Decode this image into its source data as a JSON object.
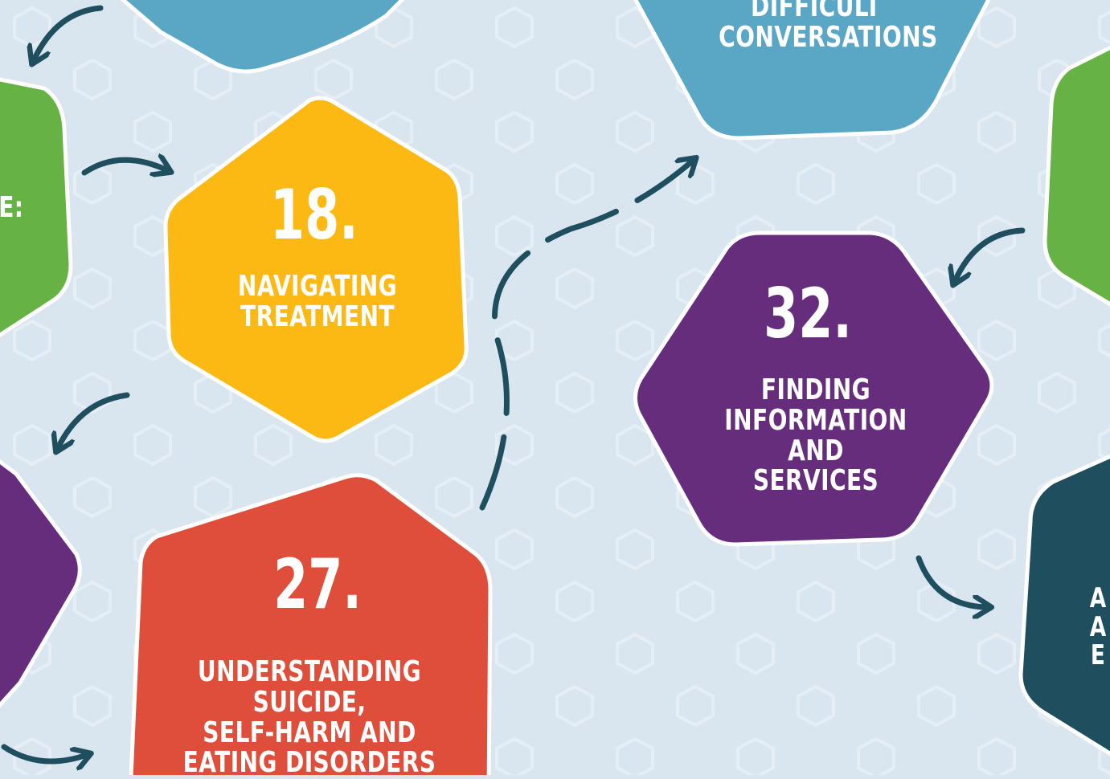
{
  "colors": {
    "background": "#d9e6ef",
    "pattern": "#e6eef5",
    "blue": "#5aa7c5",
    "green": "#67b244",
    "yellow": "#fdb913",
    "purple": "#662d7c",
    "red": "#df4e3a",
    "navy": "#1f4e5f",
    "arrow": "#1f4e5f",
    "outline": "#ffffff"
  },
  "modules": {
    "top_center": {
      "title_lines": [
        "DIFFICULT",
        "CONVERSATIONS"
      ]
    },
    "left_green": {
      "partial_text": "E:"
    },
    "navigating": {
      "number": "18.",
      "title_lines": [
        "NAVIGATING",
        "TREATMENT"
      ]
    },
    "finding": {
      "number": "32.",
      "title_lines": [
        "FINDING",
        "INFORMATION AND",
        "SERVICES"
      ]
    },
    "understanding": {
      "number": "27.",
      "title_lines": [
        "UNDERSTANDING SUICIDE,",
        "SELF-HARM AND",
        "EATING DISORDERS"
      ]
    },
    "right_navy": {
      "partial_lines": [
        "A",
        "A",
        "E"
      ]
    }
  }
}
